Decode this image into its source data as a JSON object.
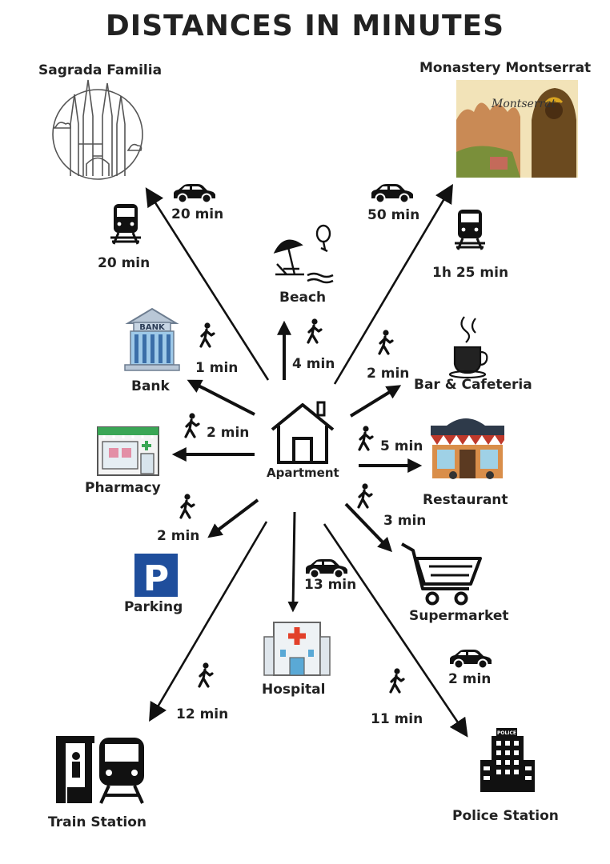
{
  "title": "DISTANCES IN MINUTES",
  "center": {
    "label": "Apartment",
    "icon": "house-icon"
  },
  "destinations": {
    "sagrada": {
      "label": "Sagrada Familia",
      "icon": "sagrada-familia-icon",
      "by_car": "20 min",
      "by_train": "20 min"
    },
    "montserrat": {
      "label": "Monastery Montserrat",
      "icon": "montserrat-painting-icon",
      "image_text": "Montserrat",
      "by_car": "50 min",
      "by_train": "1h 25 min"
    },
    "beach": {
      "label": "Beach",
      "icon": "beach-umbrella-icon",
      "walk": "4 min"
    },
    "bank": {
      "label": "Bank",
      "icon": "bank-building-icon",
      "sign": "BANK",
      "walk": "1 min"
    },
    "bar": {
      "label": "Bar & Cafeteria",
      "icon": "coffee-cup-icon",
      "walk": "2 min"
    },
    "pharmacy": {
      "label": "Pharmacy",
      "icon": "pharmacy-shop-icon",
      "walk": "2 min"
    },
    "restaurant": {
      "label": "Restaurant",
      "icon": "restaurant-storefront-icon",
      "walk": "5 min"
    },
    "parking": {
      "label": "Parking",
      "icon": "parking-sign-icon",
      "sign": "P",
      "walk": "2 min"
    },
    "supermarket": {
      "label": "Supermarket",
      "icon": "shopping-cart-icon",
      "walk": "3 min"
    },
    "hospital": {
      "label": "Hospital",
      "icon": "hospital-building-icon",
      "by_car": "13 min"
    },
    "train_station": {
      "label": "Train Station",
      "icon": "train-station-icon",
      "walk": "12 min"
    },
    "police": {
      "label": "Police Station",
      "icon": "police-building-icon",
      "sign": "POLICE",
      "by_car": "2 min",
      "walk": "11 min"
    }
  },
  "colors": {
    "ink": "#1a1a1a",
    "parking_blue": "#1f4e9c",
    "hospital_red": "#e2402a",
    "hospital_blue": "#5aa9d6",
    "pharmacy_green": "#3aa655",
    "bank_blue": "#9ec9e8"
  }
}
